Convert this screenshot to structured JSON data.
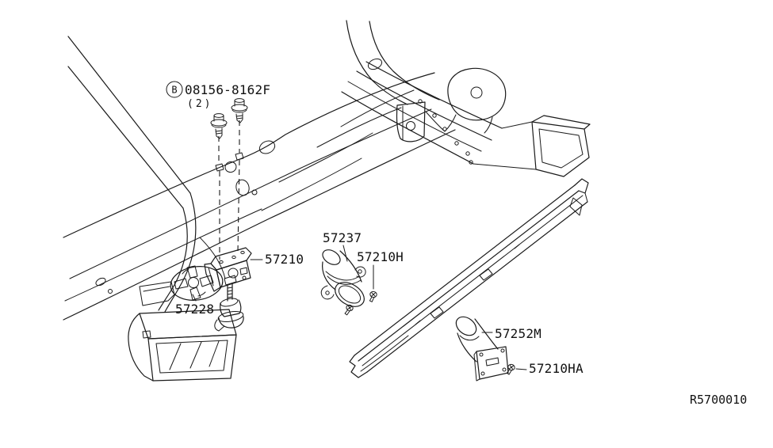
{
  "drawing": {
    "ref_code": "R5700010"
  },
  "callouts": {
    "bolt": {
      "circled_letter": "B",
      "part_number": "08156-8162F",
      "quantity": "(2)"
    },
    "hanger": "57210",
    "plate": "57228",
    "guide_cone": "57237",
    "screw_h": "57210H",
    "bracket_m": "57252M",
    "screw_ha": "57210HA"
  },
  "colors": {
    "background": "#ffffff",
    "line": "#1a1a1a",
    "text": "#111111"
  }
}
